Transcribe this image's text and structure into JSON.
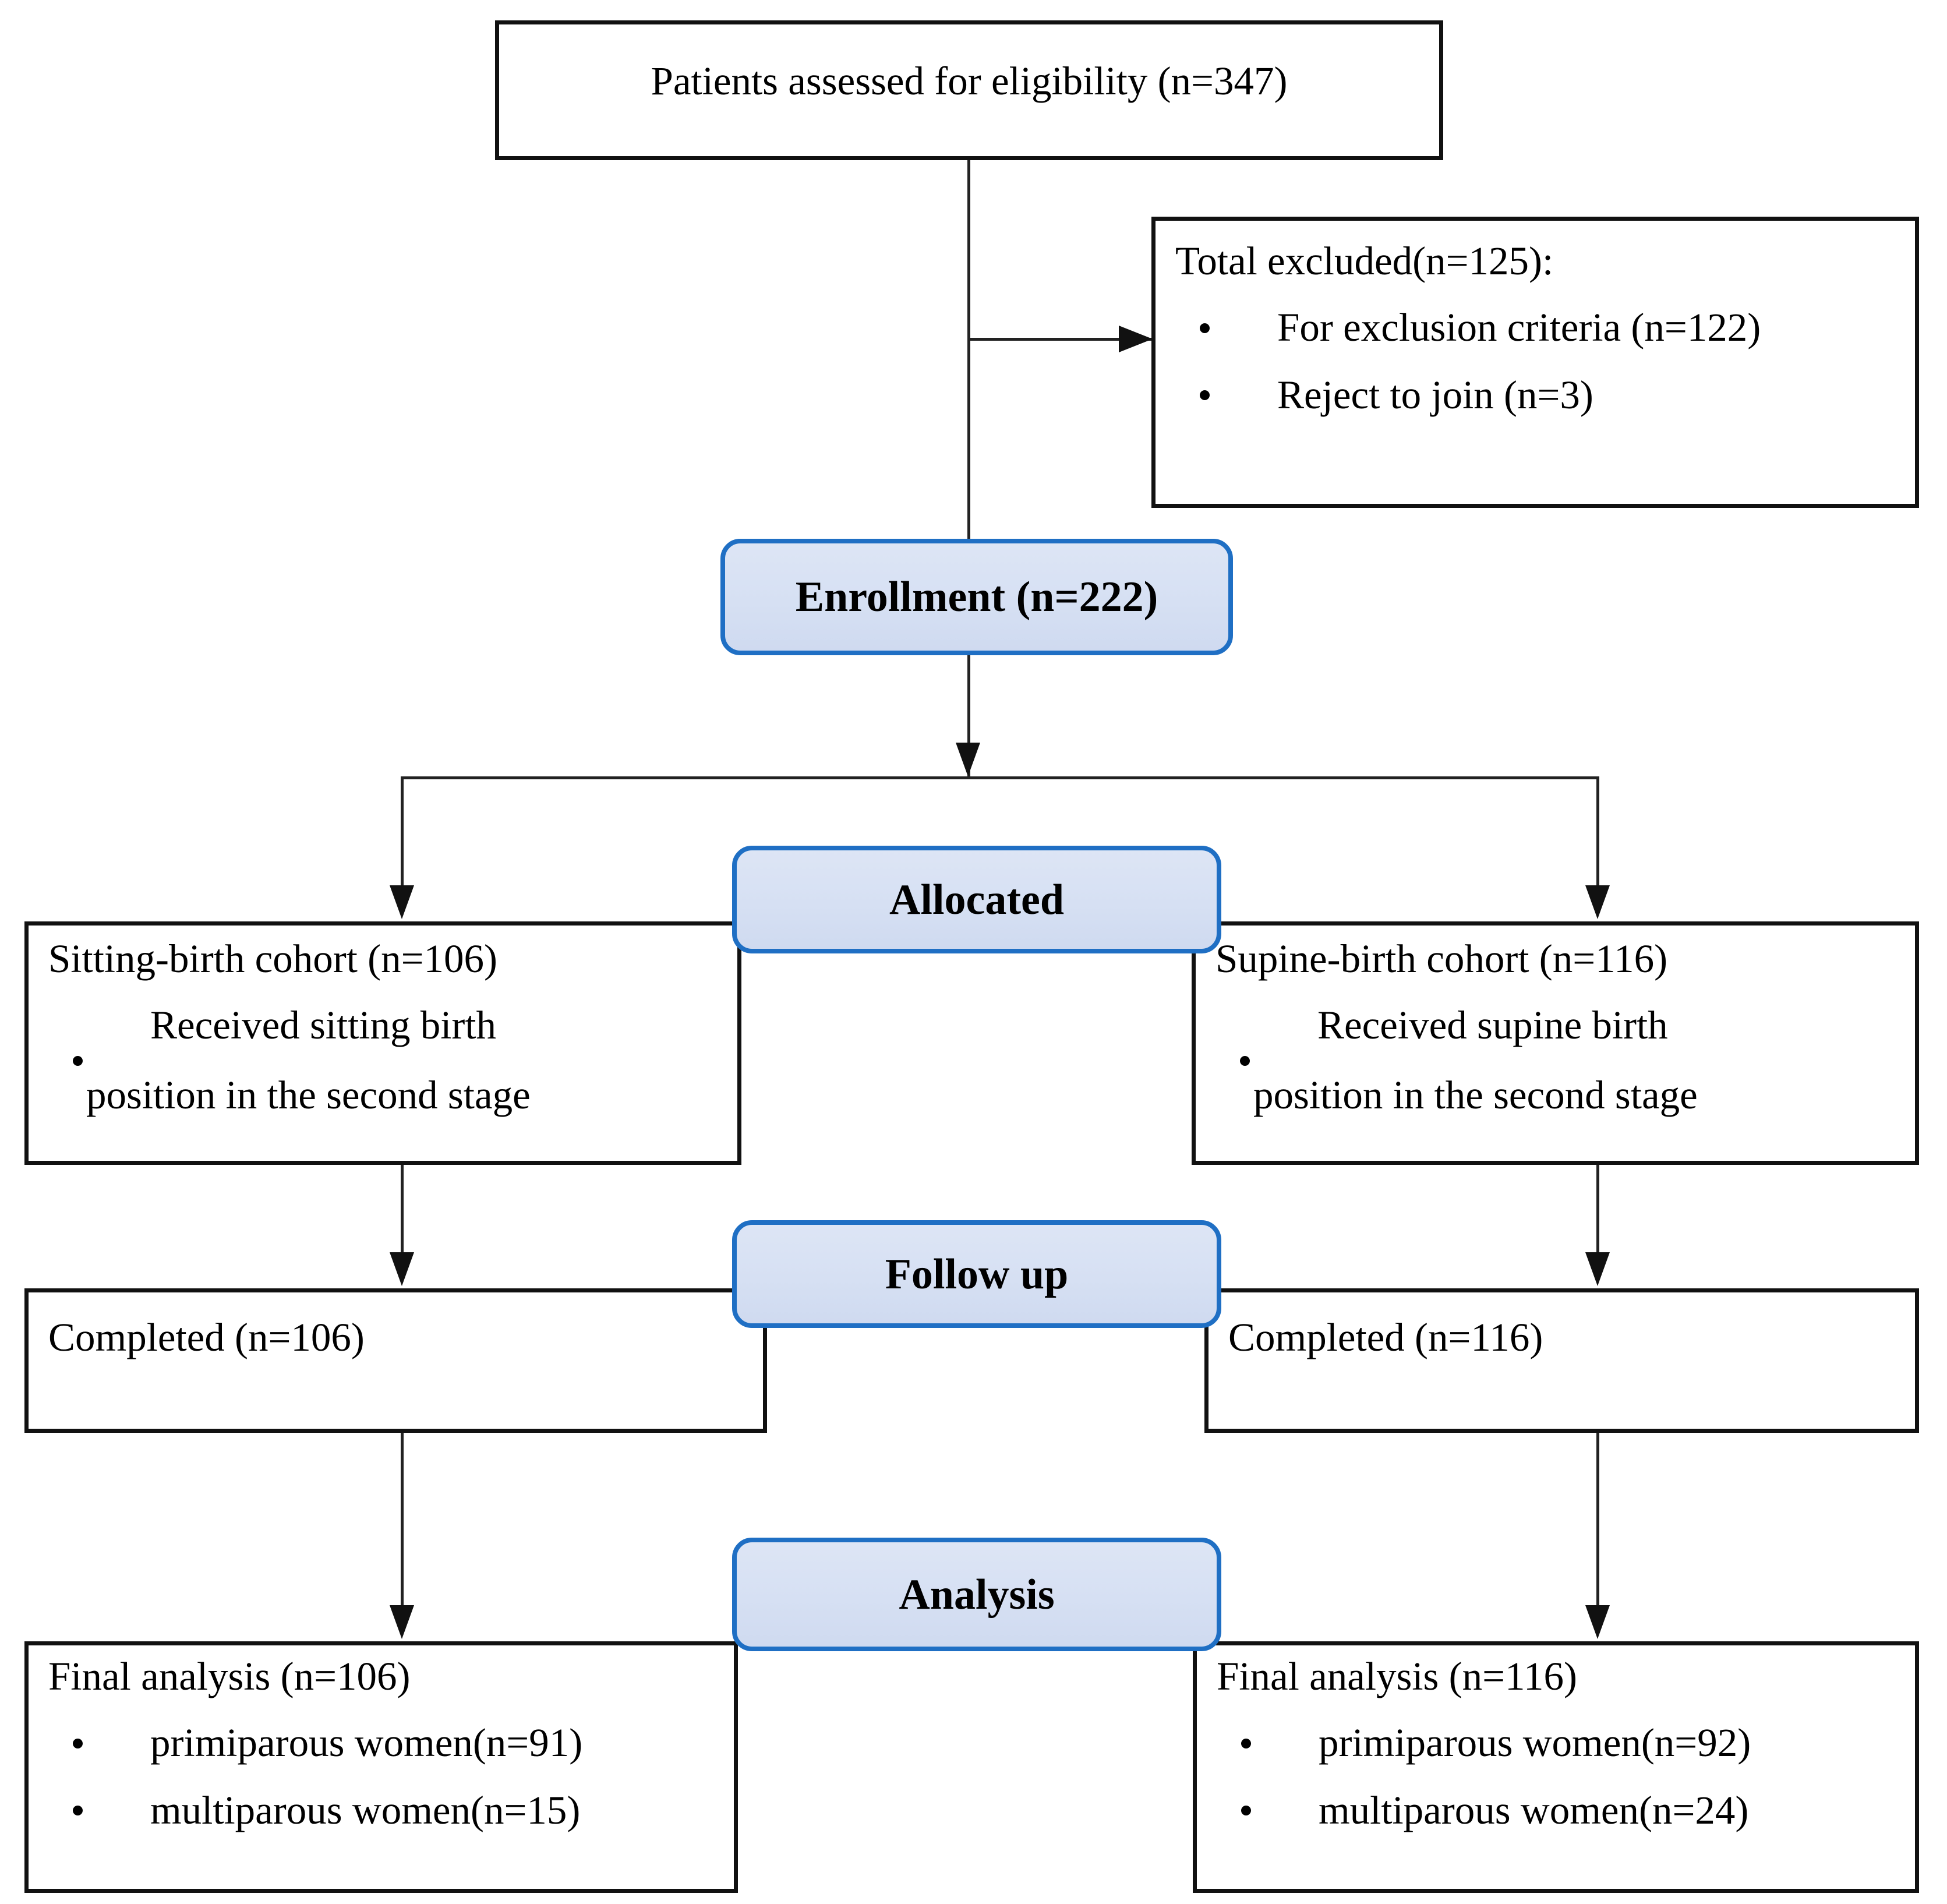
{
  "diagram": {
    "title": "CONSORT participant flow diagram",
    "accent_color": "#1f6fc4",
    "pill_fill_color": "#dde5f5",
    "line_color": "#222222",
    "box_border_color": "#111111"
  },
  "nodes": {
    "eligibility": {
      "text": "Patients assessed for eligibility (n=347)"
    },
    "excluded": {
      "heading": "Total excluded(n=125):",
      "items": [
        "For exclusion criteria (n=122)",
        "Reject to join (n=3)"
      ]
    },
    "enrollment_pill": {
      "label": "Enrollment (n=222)"
    },
    "allocated_pill": {
      "label": "Allocated"
    },
    "followup_pill": {
      "label": "Follow up"
    },
    "analysis_pill": {
      "label": "Analysis"
    },
    "allocated_left": {
      "heading": "Sitting-birth cohort (n=106)",
      "bullet_line1": "Received sitting birth",
      "bullet_line2": "position in the second stage"
    },
    "allocated_right": {
      "heading": "Supine-birth cohort (n=116)",
      "bullet_line1": "Received supine birth",
      "bullet_line2": "position in the second stage"
    },
    "followup_left": {
      "text": "Completed (n=106)"
    },
    "followup_right": {
      "text": "Completed (n=116)"
    },
    "analysis_left": {
      "heading": "Final analysis (n=106)",
      "items": [
        "primiparous women(n=91)",
        "multiparous women(n=15)"
      ]
    },
    "analysis_right": {
      "heading": "Final analysis (n=116)",
      "items": [
        "primiparous women(n=92)",
        "multiparous women(n=24)"
      ]
    }
  },
  "chart_data": {
    "type": "diagram",
    "title": "CONSORT participant flow",
    "stages": [
      "Enrollment",
      "Allocated",
      "Follow up",
      "Analysis"
    ],
    "nodes": [
      {
        "id": "assessed",
        "label": "Patients assessed for eligibility",
        "n": 347
      },
      {
        "id": "excluded_total",
        "label": "Total excluded",
        "n": 125
      },
      {
        "id": "excluded_criteria",
        "label": "For exclusion criteria",
        "n": 122
      },
      {
        "id": "excluded_reject",
        "label": "Reject to join",
        "n": 3
      },
      {
        "id": "enrolled",
        "label": "Enrollment",
        "n": 222
      },
      {
        "id": "alloc_sitting",
        "label": "Sitting-birth cohort",
        "n": 106
      },
      {
        "id": "alloc_supine",
        "label": "Supine-birth cohort",
        "n": 116
      },
      {
        "id": "completed_sitting",
        "label": "Completed",
        "n": 106
      },
      {
        "id": "completed_supine",
        "label": "Completed",
        "n": 116
      },
      {
        "id": "final_sitting",
        "label": "Final analysis",
        "n": 106
      },
      {
        "id": "final_sitting_primi",
        "label": "primiparous women",
        "n": 91
      },
      {
        "id": "final_sitting_multi",
        "label": "multiparous women",
        "n": 15
      },
      {
        "id": "final_supine",
        "label": "Final analysis",
        "n": 116
      },
      {
        "id": "final_supine_primi",
        "label": "primiparous women",
        "n": 92
      },
      {
        "id": "final_supine_multi",
        "label": "multiparous women",
        "n": 24
      }
    ],
    "edges": [
      {
        "from": "assessed",
        "to": "excluded_total"
      },
      {
        "from": "assessed",
        "to": "enrolled"
      },
      {
        "from": "enrolled",
        "to": "alloc_sitting"
      },
      {
        "from": "enrolled",
        "to": "alloc_supine"
      },
      {
        "from": "alloc_sitting",
        "to": "completed_sitting"
      },
      {
        "from": "alloc_supine",
        "to": "completed_supine"
      },
      {
        "from": "completed_sitting",
        "to": "final_sitting"
      },
      {
        "from": "completed_supine",
        "to": "final_supine"
      }
    ]
  }
}
